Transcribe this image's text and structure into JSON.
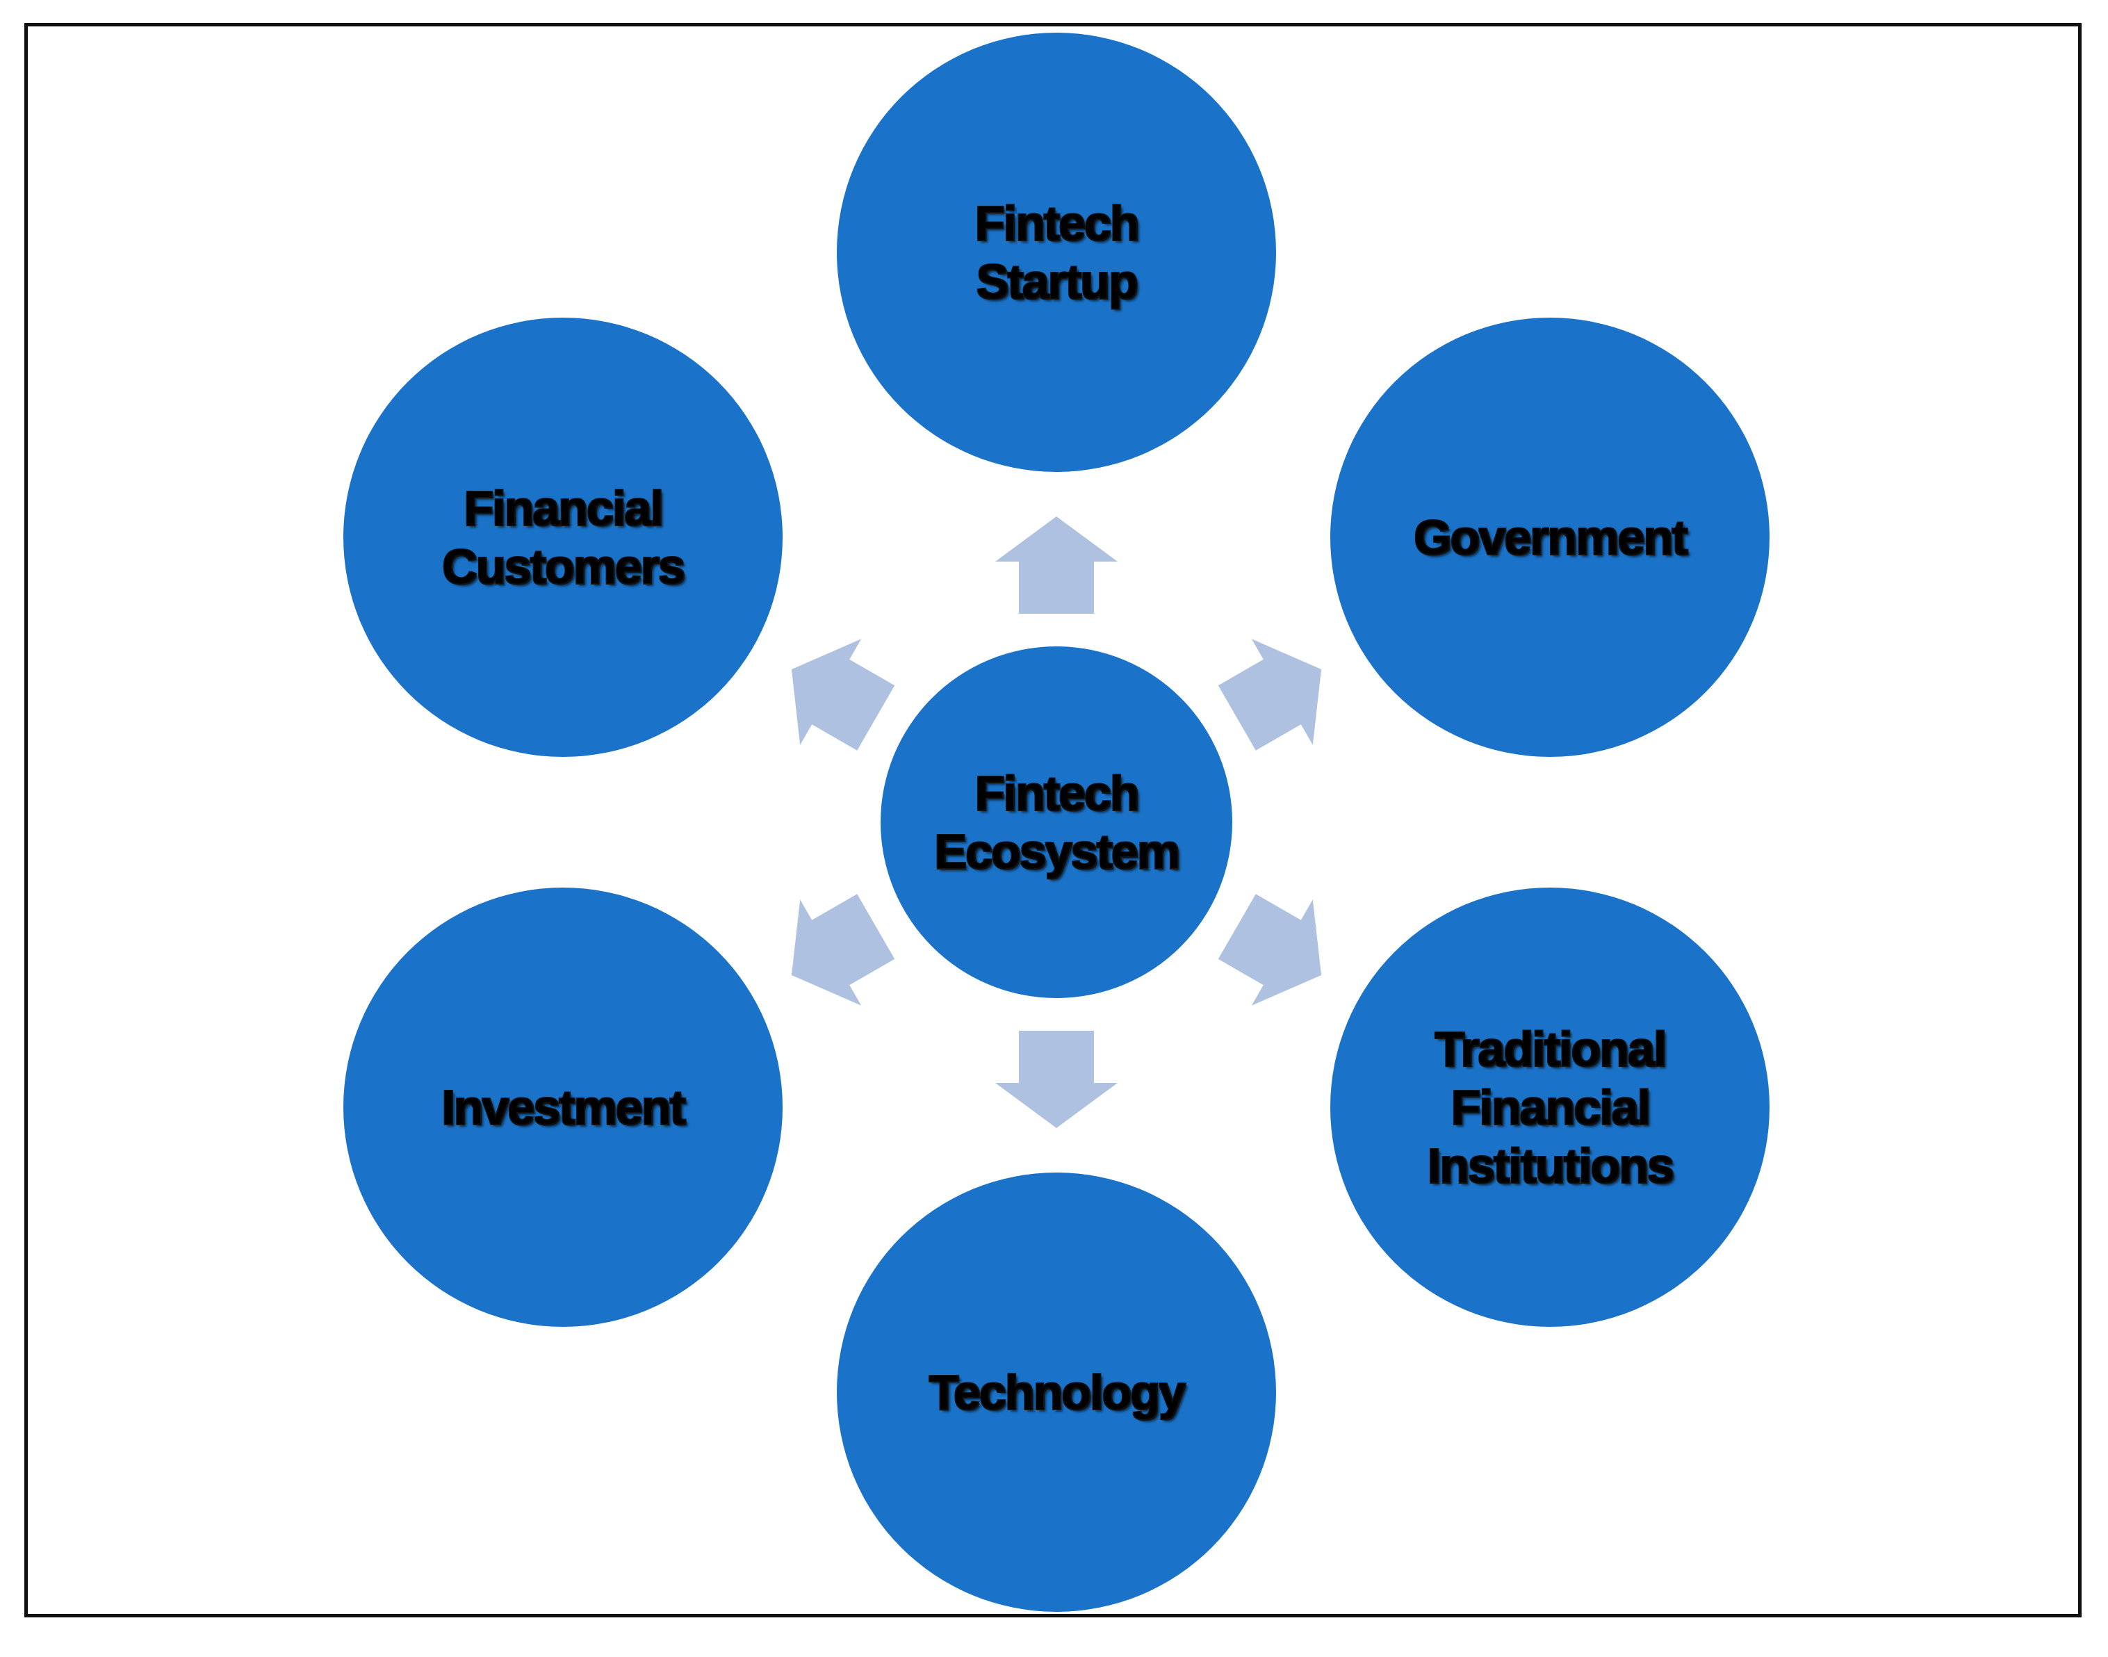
{
  "diagram": {
    "center": {
      "id": "center",
      "label": "Fintech\nEcosystem"
    },
    "nodes": [
      {
        "id": "fintech-startup",
        "label": "Fintech\nStartup"
      },
      {
        "id": "government",
        "label": "Government"
      },
      {
        "id": "traditional-financial-institutions",
        "label": "Traditional\nFinancial\nInstitutions"
      },
      {
        "id": "technology",
        "label": "Technology"
      },
      {
        "id": "investment",
        "label": "Investment"
      },
      {
        "id": "financial-customers",
        "label": "Financial\nCustomers"
      }
    ],
    "colors": {
      "node_fill": "#1A73C8",
      "arrow_fill": "#AFC1E0",
      "frame_border": "#111111",
      "text": "#000000"
    }
  }
}
